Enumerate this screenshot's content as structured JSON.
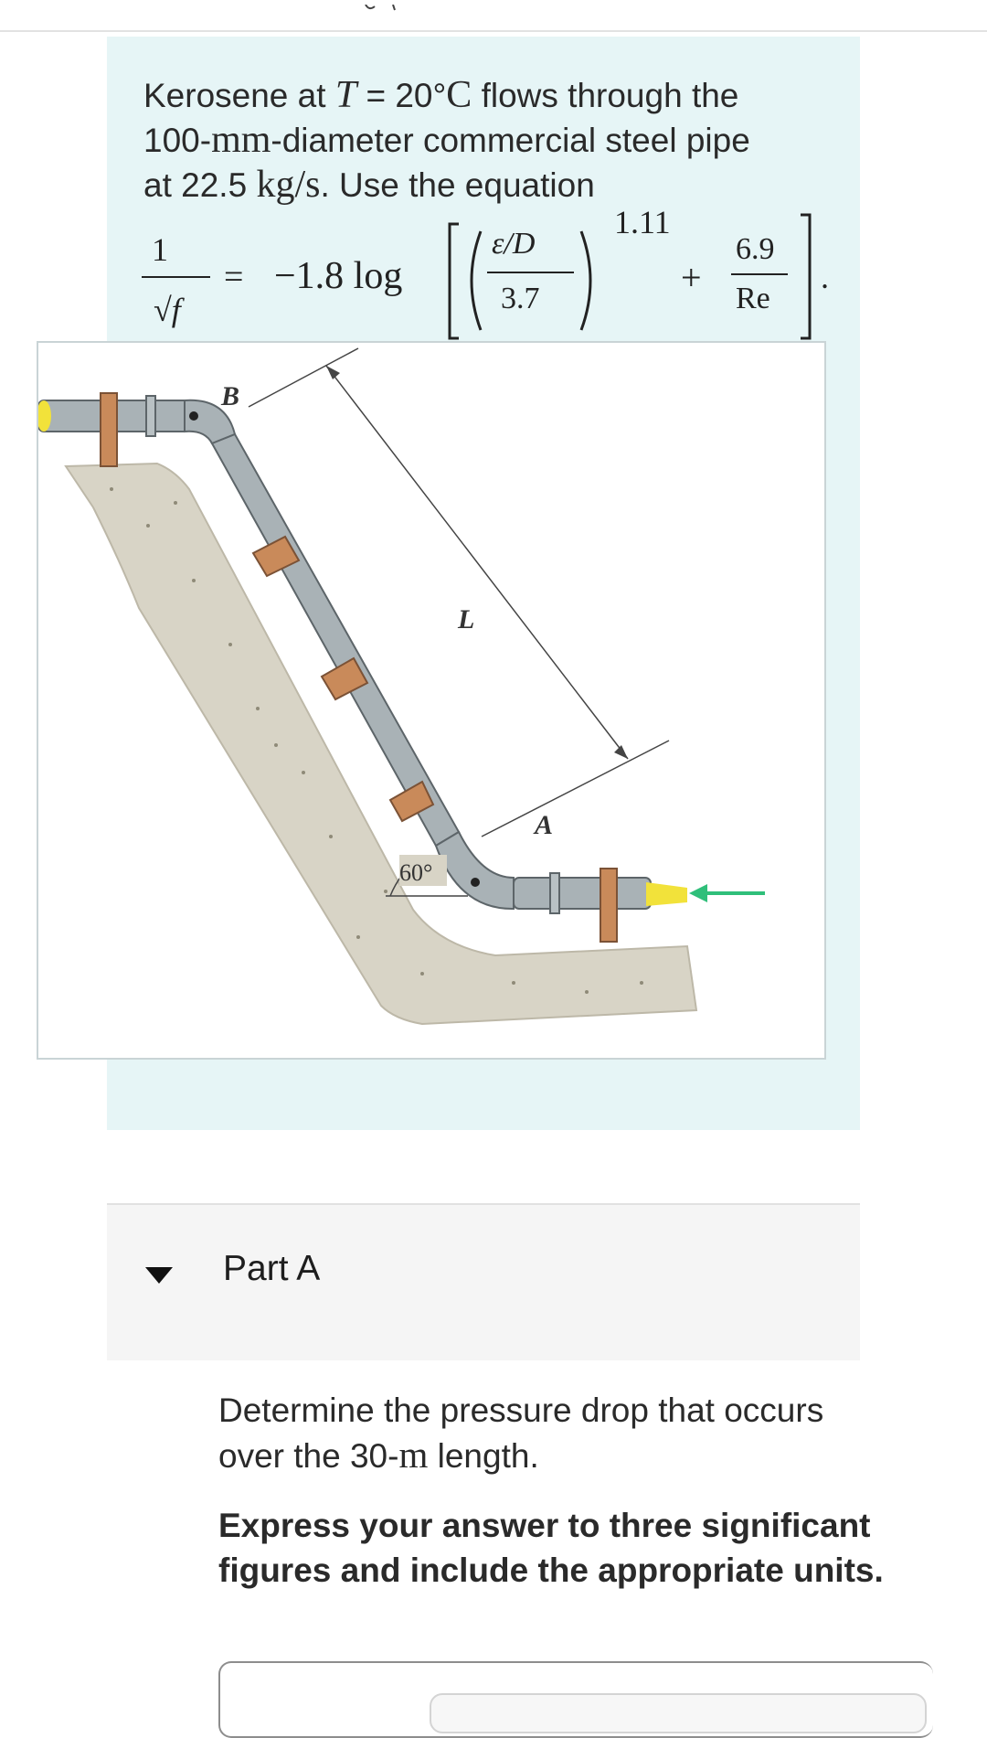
{
  "problem": {
    "intro_1": "Kerosene at",
    "var_T": "T",
    "eq_sign": " = 20°",
    "unit_C": "C",
    "intro_2": " flows through the",
    "line_2_pre": "100-",
    "unit_mm": "mm",
    "line_2_post": "-diameter commercial steel pipe",
    "line_3_pre": "at 22.5",
    "unit_kgs": "kg/s",
    "line_3_post": ". Use the equation"
  },
  "equation": {
    "lhs_num": "1",
    "lhs_den": "√f",
    "equals": "=",
    "coef": "−1.8 log",
    "frac_num": "ε/D",
    "frac_den": "3.7",
    "exponent": "1.11",
    "plus": "+",
    "re_num": "6.9",
    "re_den": "Re",
    "period": "."
  },
  "figure": {
    "label_B": "B",
    "label_L": "L",
    "label_A": "A",
    "label_angle": "60°",
    "colors": {
      "pipe": "#a9b2b6",
      "clamp": "#c98a5a",
      "ground": "#d8d4c6",
      "flow_arrow": "#2fbf7a",
      "fluid": "#f2e23a"
    }
  },
  "part": {
    "title": "Part A",
    "question_pre": "Determine the pressure drop that occurs over the 30-",
    "question_unit": "m",
    "question_post": " length.",
    "instructions": "Express your answer to three significant figures and include the appropriate units."
  }
}
